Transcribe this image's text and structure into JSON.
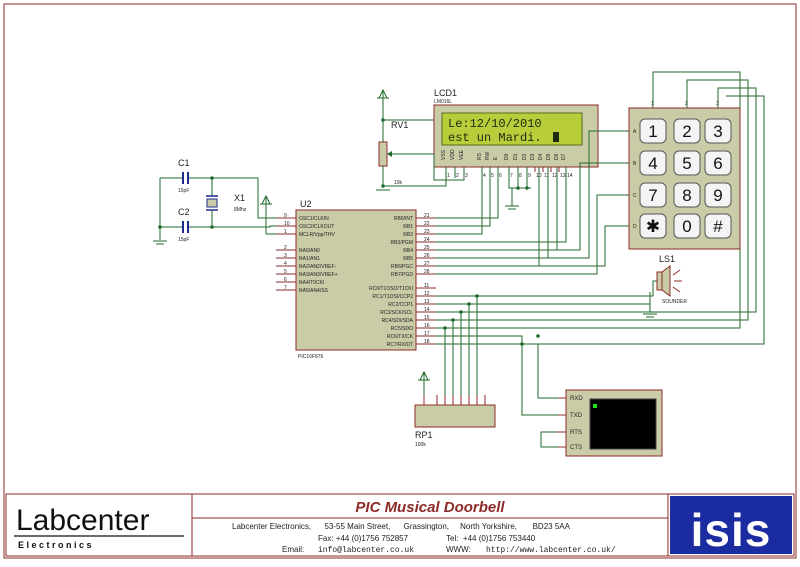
{
  "lcd": {
    "ref": "LCD1",
    "model": "LM016L",
    "line1": "Le:12/10/2010",
    "line2": "est un Mardi.",
    "pins": [
      "VSS",
      "VDD",
      "VEE",
      "RS",
      "RW",
      "E",
      "D0",
      "D1",
      "D2",
      "D3",
      "D4",
      "D5",
      "D6",
      "D7"
    ],
    "pin_numbers": [
      "1",
      "2",
      "3",
      "4",
      "5",
      "6",
      "7",
      "8",
      "9",
      "10",
      "11",
      "12",
      "13",
      "14"
    ]
  },
  "pot": {
    "ref": "RV1",
    "value": "10k"
  },
  "c1": {
    "ref": "C1",
    "value": "15pF"
  },
  "c2": {
    "ref": "C2",
    "value": "15pF"
  },
  "xtal": {
    "ref": "X1",
    "value": "8Mhz"
  },
  "mcu": {
    "ref": "U2",
    "model": "PIC16F876",
    "left_pins": [
      {
        "num": "9",
        "name": "OSC1/CLKIN"
      },
      {
        "num": "10",
        "name": "OSC2/CLKOUT"
      },
      {
        "num": "1",
        "name": "MCLR/Vpp/THV"
      },
      {
        "num": "2",
        "name": "RA0/AN0"
      },
      {
        "num": "3",
        "name": "RA1/AN1"
      },
      {
        "num": "4",
        "name": "RA2/AN2/VREF-"
      },
      {
        "num": "5",
        "name": "RA3/AN3/VREF+"
      },
      {
        "num": "6",
        "name": "RA4/T0CKI"
      },
      {
        "num": "7",
        "name": "RA5/AN4/SS"
      }
    ],
    "right_pins": [
      {
        "num": "21",
        "name": "RB0/INT"
      },
      {
        "num": "22",
        "name": "RB1"
      },
      {
        "num": "23",
        "name": "RB2"
      },
      {
        "num": "24",
        "name": "RB3/PGM"
      },
      {
        "num": "25",
        "name": "RB4"
      },
      {
        "num": "26",
        "name": "RB5"
      },
      {
        "num": "27",
        "name": "RB6/PGC"
      },
      {
        "num": "28",
        "name": "RB7/PGD"
      },
      {
        "num": "11",
        "name": "RC0/T1OSO/T1CKI"
      },
      {
        "num": "12",
        "name": "RC1/T1OSI/CCP2"
      },
      {
        "num": "13",
        "name": "RC2/CCP1"
      },
      {
        "num": "14",
        "name": "RC3/SCK/SCL"
      },
      {
        "num": "15",
        "name": "RC4/SDI/SDA"
      },
      {
        "num": "16",
        "name": "RC5/SDO"
      },
      {
        "num": "17",
        "name": "RC6/TX/CK"
      },
      {
        "num": "18",
        "name": "RC7/RX/DT"
      }
    ]
  },
  "keypad": {
    "rows": [
      "A",
      "B",
      "C",
      "D"
    ],
    "cols": [
      "1",
      "2",
      "3"
    ],
    "keys": [
      "1",
      "2",
      "3",
      "4",
      "5",
      "6",
      "7",
      "8",
      "9",
      "✱",
      "0",
      "#"
    ]
  },
  "speaker": {
    "ref": "LS1",
    "label": "SOUNDER"
  },
  "rpack": {
    "ref": "RP1",
    "value": "100k"
  },
  "terminal": {
    "pins": [
      "RXD",
      "TXD",
      "RTS",
      "CTS"
    ]
  },
  "titleblock": {
    "logo_top": "Labcenter",
    "logo_bottom": "E l e c t r o n i c s",
    "title": "PIC Musical Doorbell",
    "address": "Labcenter Electronics,      53-55 Main Street,      Grassington,     North Yorkshire,       BD23 5AA",
    "fax": "Fax: +44 (0)1756 752857",
    "tel": "Tel:  +44 (0)1756 753440",
    "email_label": "Email:",
    "email": "info@labcenter.co.uk",
    "www_label": "WWW:",
    "www": "http://www.labcenter.co.uk/",
    "brand": "isis"
  }
}
